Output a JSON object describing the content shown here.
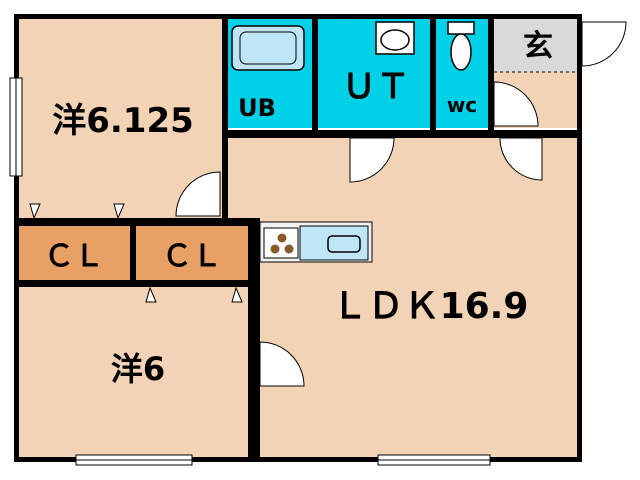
{
  "rooms": {
    "western_1": {
      "label": "洋6.125"
    },
    "western_2": {
      "label": "洋6"
    },
    "ldk": {
      "label": "ＬＤＫ16.9"
    },
    "closet_1": {
      "label": "ＣＬ"
    },
    "closet_2": {
      "label": "ＣＬ"
    },
    "unit_bath": {
      "label": "UB"
    },
    "utility": {
      "label": "ＵＴ"
    },
    "toilet": {
      "label": "wc"
    },
    "entrance": {
      "label": "玄"
    }
  },
  "colors": {
    "room_fill": "#f2d3b6",
    "closet_fill": "#e9a064",
    "wet_fill": "#00d1e6",
    "entrance_fill": "#d9d9d9",
    "wall": "#000000",
    "fixture": "#bfe6f7"
  },
  "fixture_icons": [
    "bathtub-icon",
    "washbasin-icon",
    "toilet-icon",
    "stove-icon",
    "sink-icon"
  ]
}
